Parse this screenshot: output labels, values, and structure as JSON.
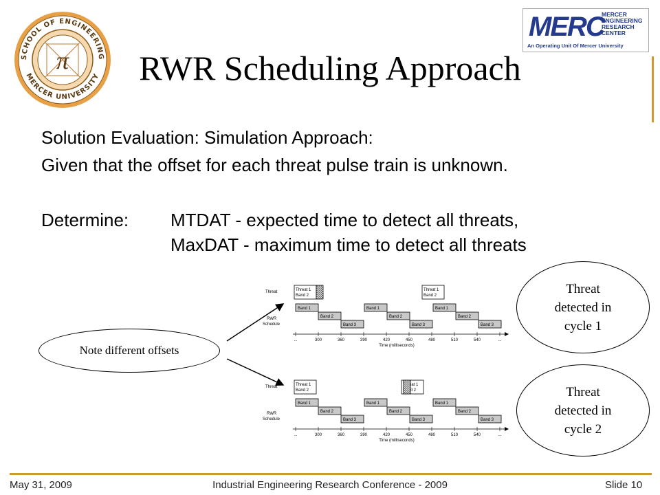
{
  "slide": {
    "title": "RWR Scheduling Approach",
    "line1": "Solution Evaluation: Simulation Approach:",
    "line2": "Given that the offset for each threat pulse train is unknown.",
    "determine_label": "Determine:",
    "determine_item1": "MTDAT - expected time to detect all threats,",
    "determine_item2": "MaxDAT - maximum time to detect all threats"
  },
  "callouts": {
    "note": "Note different offsets",
    "cycle1_line1": "Threat",
    "cycle1_line2": "detected in",
    "cycle1_line3": "cycle 1",
    "cycle2_line1": "Threat",
    "cycle2_line2": "detected in",
    "cycle2_line3": "cycle 2"
  },
  "logos": {
    "seal_ring_top": "SCHOOL OF ENGINEERING",
    "seal_ring_bottom": "MERCER UNIVERSITY",
    "seal_center": "π",
    "merc_big": "MERC",
    "merc_line1": "MERCER",
    "merc_line2": "ENGINEERING",
    "merc_line3": "RESEARCH",
    "merc_line4": "CENTER",
    "merc_sub": "An Operating Unit Of Mercer University"
  },
  "timeline": {
    "threat_label": "Threat",
    "rwr_label1": "RWR",
    "rwr_label2": "Schedule",
    "threat_box_line1": "Threat 1",
    "threat_box_line2": "Band 2",
    "band1": "Band 1",
    "band2": "Band 2",
    "band3": "Band 3",
    "ticks": [
      "...",
      "300",
      "360",
      "390",
      "420",
      "450",
      "480",
      "510",
      "540",
      "..."
    ],
    "axis_label": "Time (milliseconds)"
  },
  "footer": {
    "date": "May 31, 2009",
    "conference": "Industrial Engineering Research Conference - 2009",
    "slide_number": "Slide 10"
  },
  "colors": {
    "accent": "#cc9933",
    "seal_orange": "#e8a046",
    "merc_blue": "#243a8c",
    "band_grey": "#c8c8c8"
  }
}
